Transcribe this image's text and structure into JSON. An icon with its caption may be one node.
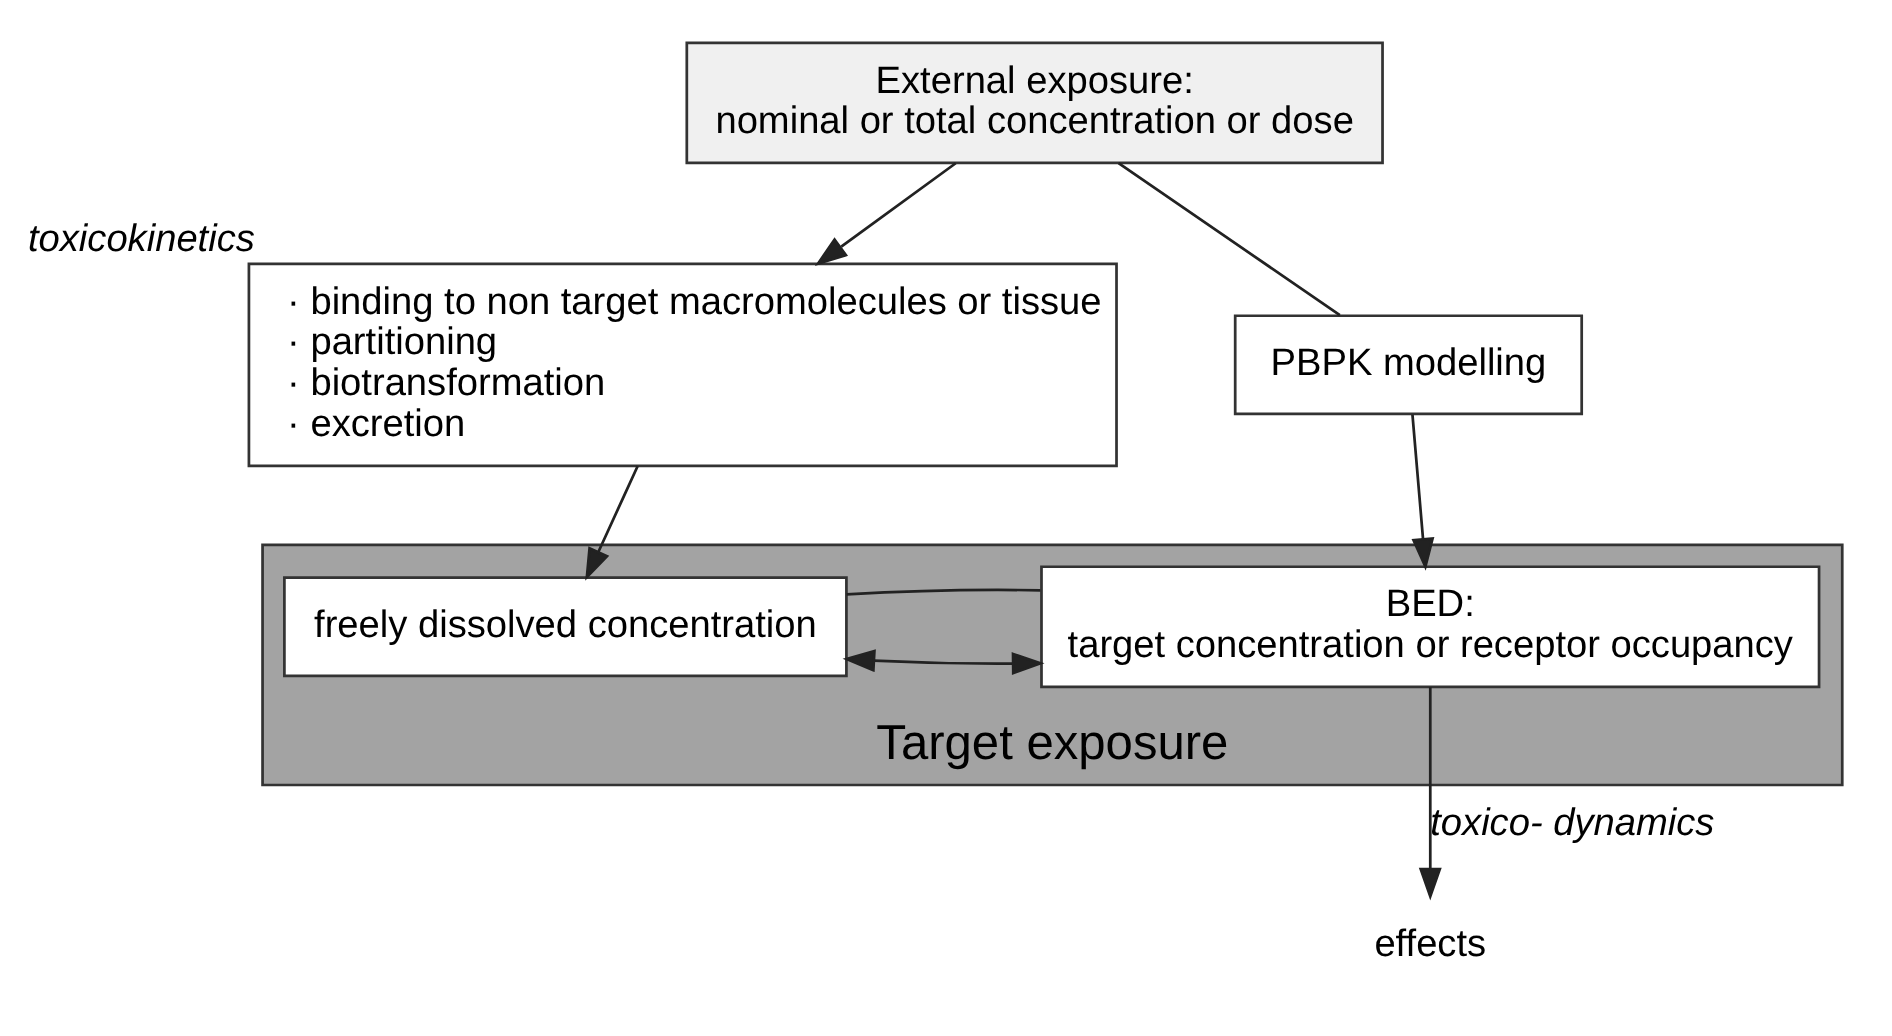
{
  "diagram": {
    "nodes": [
      {
        "text": [
          "External exposure:",
          "nominal or total concentration or dose"
        ]
      },
      {
        "text": [
          "· binding to non target macromolecules or tissue",
          "· partitioning",
          "· biotransformation",
          "· excretion"
        ],
        "beside": [
          "toxicokinetics"
        ]
      },
      {
        "text": [
          "PBPK modelling"
        ]
      },
      {
        "text": [
          "Target exposure"
        ]
      },
      {
        "text": [
          "freely dissolved concentration"
        ],
        "in": 3
      },
      {
        "text": [
          "BED:",
          "target concentration or receptor occupancy"
        ],
        "in": 3
      },
      {
        "text": [
          "effects"
        ]
      }
    ],
    "edges": [
      {
        "from": 0,
        "to": 1,
        "arrow": "to"
      },
      {
        "from": 1,
        "to": 4,
        "arrow": "to"
      },
      {
        "from": 0,
        "to": 2,
        "arrow": "none"
      },
      {
        "from": 2,
        "to": 5,
        "arrow": "to"
      },
      {
        "from": 4,
        "to": 5,
        "arrow": "both"
      },
      {
        "from": 4,
        "to": 5,
        "arrow": "none"
      },
      {
        "from": 5,
        "to": 6,
        "arrow": "to",
        "label": "toxico- dynamics"
      }
    ]
  }
}
